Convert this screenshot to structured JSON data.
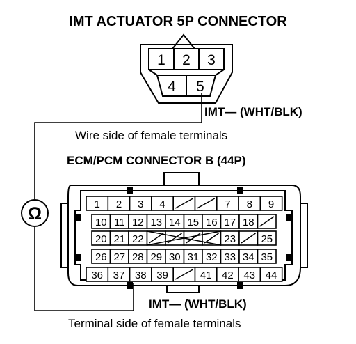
{
  "diagram": {
    "title": "IMT ACTUATOR 5P CONNECTOR",
    "actuator_pins": [
      "1",
      "2",
      "3",
      "4",
      "5"
    ],
    "actuator_wire_label": "IMT— (WHT/BLK)",
    "wire_side_caption": "Wire side of female terminals",
    "ecm_title": "ECM/PCM CONNECTOR B (44P)",
    "ecm_rows": [
      [
        "1",
        "2",
        "3",
        "4",
        "",
        "",
        "7",
        "8",
        "9"
      ],
      [
        "10",
        "11",
        "12",
        "13",
        "14",
        "15",
        "16",
        "17",
        "18",
        ""
      ],
      [
        "20",
        "21",
        "22",
        "",
        "",
        "",
        "",
        "23",
        "",
        "25"
      ],
      [
        "26",
        "27",
        "28",
        "29",
        "30",
        "31",
        "32",
        "33",
        "34",
        "35"
      ],
      [
        "36",
        "37",
        "38",
        "39",
        "",
        "41",
        "42",
        "43",
        "44"
      ]
    ],
    "ecm_wire_label": "IMT— (WHT/BLK)",
    "terminal_side_caption": "Terminal side of female terminals",
    "meter_symbol": "Ω"
  }
}
